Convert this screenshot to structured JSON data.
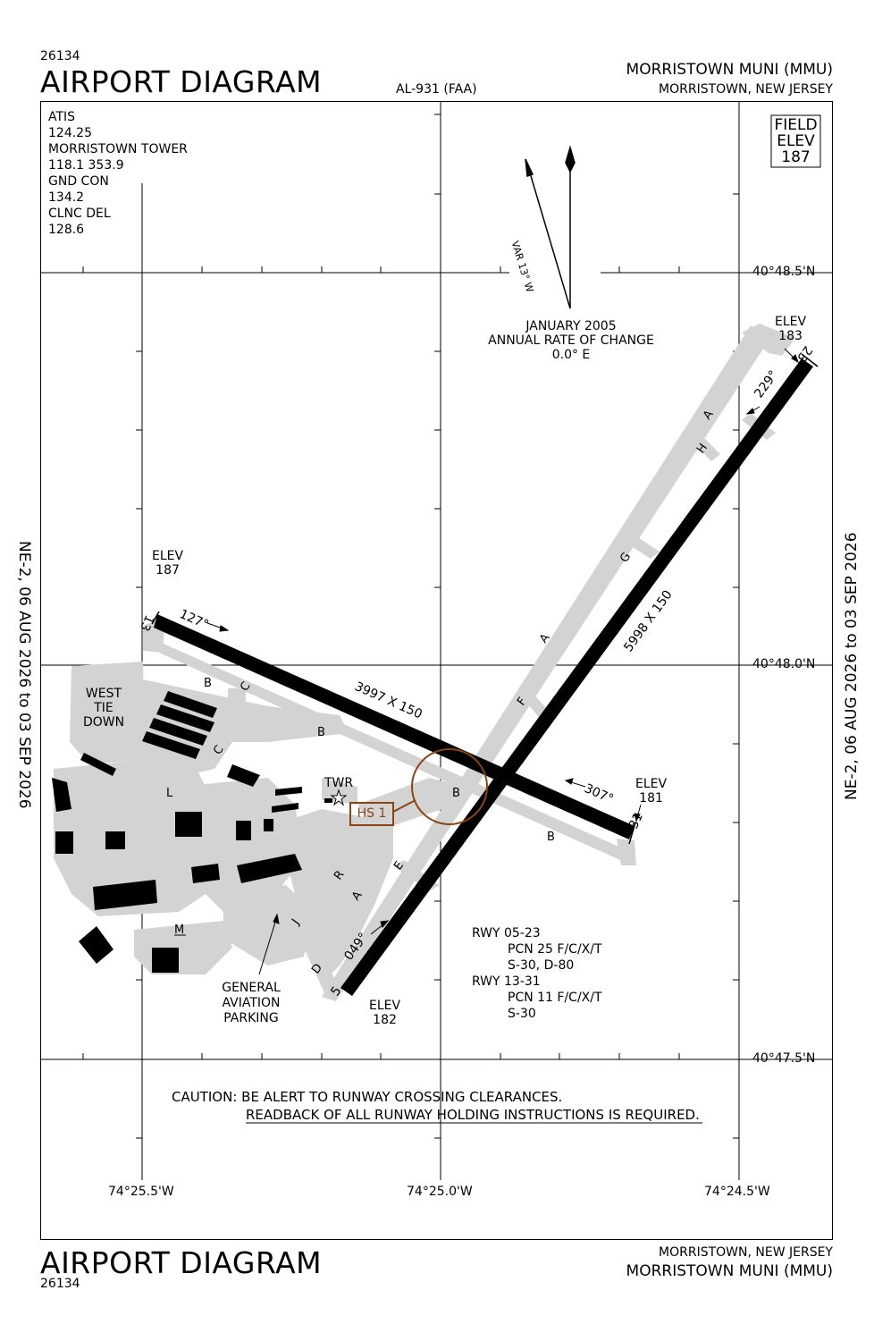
{
  "header": {
    "chart_id": "26134",
    "title": "AIRPORT DIAGRAM",
    "procedure_id": "AL-931 (FAA)",
    "airport_name": "MORRISTOWN MUNI (MMU)",
    "city_state": "MORRISTOWN, NEW JERSEY"
  },
  "footer": {
    "title": "AIRPORT DIAGRAM",
    "chart_id": "26134",
    "city_state": "MORRISTOWN, NEW JERSEY",
    "airport_name": "MORRISTOWN MUNI (MMU)"
  },
  "side_text": {
    "left": "NE-2, 06 AUG 2026  to  03 SEP 2026",
    "right": "NE-2, 06 AUG 2026  to  03 SEP 2026"
  },
  "frequencies": [
    "ATIS",
    "124.25",
    "MORRISTOWN TOWER",
    "118.1  353.9",
    "GND CON",
    "134.2",
    "CLNC DEL",
    "128.6"
  ],
  "field_elev": {
    "line1": "FIELD",
    "line2": "ELEV",
    "value": "187"
  },
  "magnetic": {
    "variation": "VAR 13° W",
    "date": "JANUARY 2005",
    "rate_label": "ANNUAL RATE OF CHANGE",
    "rate": "0.0° E"
  },
  "latitudes": [
    "40°48.5'N",
    "40°48.0'N",
    "40°47.5'N"
  ],
  "longitudes": [
    "74°25.5'W",
    "74°25.0'W",
    "74°24.5'W"
  ],
  "runways": {
    "rwy_05_23": {
      "dimensions": "5998 X 150",
      "end_5": "5",
      "end_23": "23",
      "heading_5": "049°",
      "heading_23": "229°",
      "elev_label": "ELEV",
      "elev_5": "182",
      "elev_23": "183"
    },
    "rwy_13_31": {
      "dimensions": "3997 X 150",
      "end_13": "13",
      "end_31": "31",
      "heading_13": "127°",
      "heading_31": "307°",
      "elev_label": "ELEV",
      "elev_13": "187",
      "elev_31": "181"
    }
  },
  "taxiways": {
    "A": "A",
    "B": "B",
    "C": "C",
    "D": "D",
    "E": "E",
    "F": "F",
    "G": "G",
    "H": "H",
    "J": "J",
    "L": "L",
    "M": "M",
    "R": "R"
  },
  "labels": {
    "west_tie_down": [
      "WEST",
      "TIE",
      "DOWN"
    ],
    "tower": "TWR",
    "hot_spot": "HS 1",
    "ga_parking": [
      "GENERAL",
      "AVIATION",
      "PARKING"
    ]
  },
  "pcn_notes": [
    "RWY 05-23",
    "PCN 25 F/C/X/T",
    "S-30, D-80",
    "RWY 13-31",
    "PCN 11 F/C/X/T",
    "S-30"
  ],
  "caution": {
    "line1": "CAUTION: BE ALERT TO RUNWAY CROSSING CLEARANCES.",
    "line2": "READBACK OF ALL RUNWAY HOLDING INSTRUCTIONS IS REQUIRED."
  },
  "colors": {
    "runway": "#000000",
    "taxiway": "#d3d3d3",
    "hot_spot": "#8b4513"
  }
}
